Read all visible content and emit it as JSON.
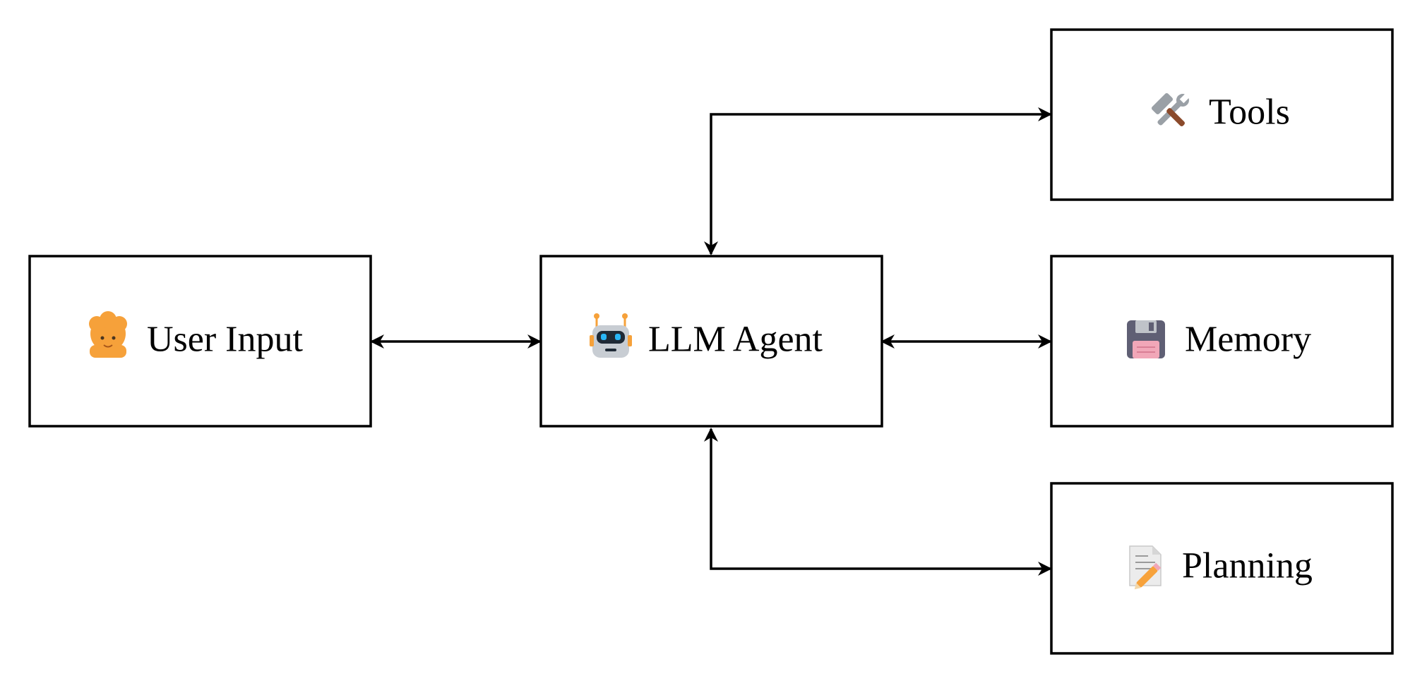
{
  "nodes": {
    "user_input": {
      "label": "User Input",
      "icon": "person-icon"
    },
    "llm_agent": {
      "label": "LLM Agent",
      "icon": "robot-icon"
    },
    "tools": {
      "label": "Tools",
      "icon": "hammer-wrench-icon"
    },
    "memory": {
      "label": "Memory",
      "icon": "floppy-disk-icon"
    },
    "planning": {
      "label": "Planning",
      "icon": "memo-pencil-icon"
    }
  },
  "edges": [
    {
      "from": "user_input",
      "to": "llm_agent",
      "direction": "bidirectional"
    },
    {
      "from": "llm_agent",
      "to": "tools",
      "direction": "bidirectional"
    },
    {
      "from": "llm_agent",
      "to": "memory",
      "direction": "bidirectional"
    },
    {
      "from": "llm_agent",
      "to": "planning",
      "direction": "bidirectional"
    }
  ],
  "colors": {
    "stroke": "#000000",
    "background": "#ffffff",
    "person": "#f6a13a",
    "robot_body": "#c8cdd3",
    "robot_accent": "#f6a13a",
    "robot_eyes": "#29b6f6",
    "floppy": "#5f5f74",
    "memo_paper": "#ececec",
    "pencil": "#f7a23b"
  }
}
